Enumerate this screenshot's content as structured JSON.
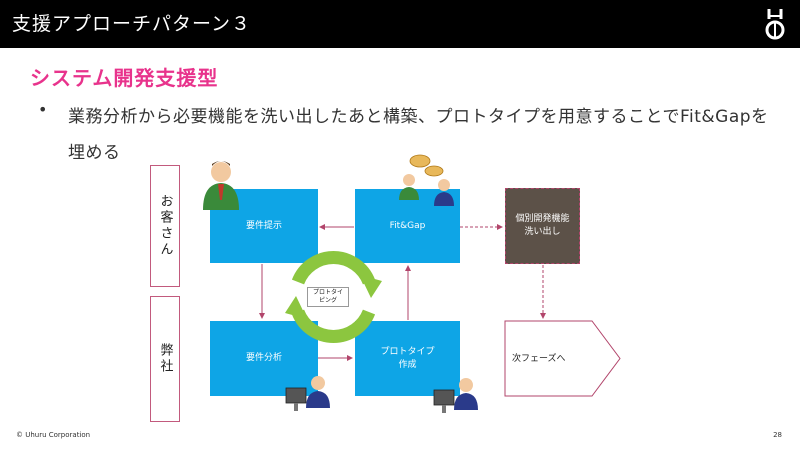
{
  "header": {
    "title": "支援アプローチパターン３"
  },
  "subtitle": "システム開発支援型",
  "bullet": {
    "text": "業務分析から必要機能を洗い出したあと構築、プロトタイプを用意することでFit&Gapを埋める"
  },
  "side_labels": {
    "client": "お客さん",
    "us": "弊社"
  },
  "boxes": {
    "requirements": "要件提示",
    "fitgap": "Fit&Gap",
    "analysis": "要件分析",
    "prototype": "プロトタイプ作成",
    "identify": "個別開発機能洗い出し",
    "next_phase": "次フェーズへ",
    "cycle": "プロトタイピング"
  },
  "footer": {
    "copyright": "© Uhuru Corporation",
    "page_number": "28"
  },
  "colors": {
    "header_bg": "#000000",
    "subtitle": "#e8338c",
    "box": "#0ea5e6",
    "identify_box": "#5c5148",
    "arrow": "#b2456b",
    "cycle": "#8cc63f"
  },
  "icons": [
    "uhuru-logo-icon",
    "businessman-icon",
    "team-discussion-icon",
    "worker-at-computer-icon"
  ]
}
